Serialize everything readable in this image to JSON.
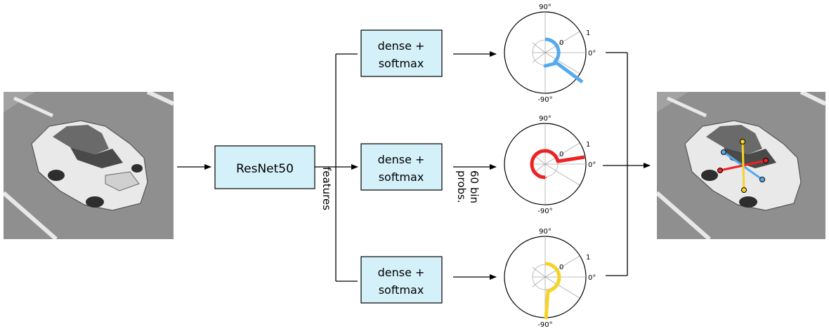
{
  "backbone_label": "ResNet50",
  "features_label": "features",
  "probs_label_line1": "60 bin",
  "probs_label_line2": "probs.",
  "heads": [
    {
      "line1": "dense +",
      "line2": "softmax"
    },
    {
      "line1": "dense +",
      "line2": "softmax"
    },
    {
      "line1": "dense +",
      "line2": "softmax"
    }
  ],
  "polar_labels": {
    "top": "90°",
    "bottom": "-90°",
    "right": "0°",
    "r1": "1",
    "r0": "0"
  },
  "colors": {
    "box_fill": "#d4f1f9",
    "blue": "#55aaee",
    "red": "#ee2222",
    "yellow": "#f5d327",
    "road": "#8f8f8f"
  }
}
